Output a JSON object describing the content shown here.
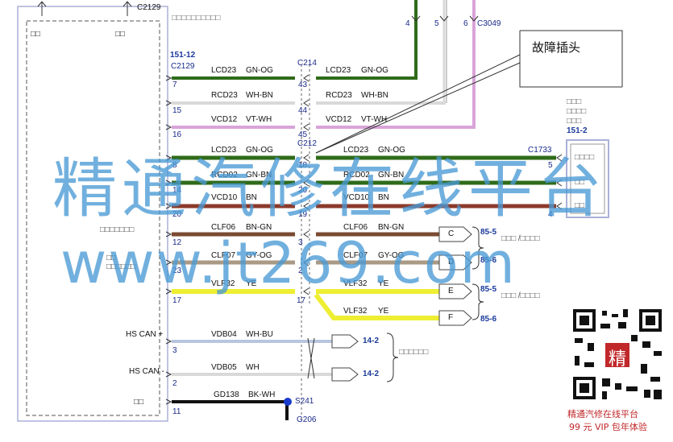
{
  "module": {
    "ref": "151-12",
    "connector": "C2129",
    "header_text": "□□□□□□□□□□",
    "corner_tl": "□□",
    "corner_tr": "□□",
    "top_ref": "C2129",
    "side_label_1": "□□□□□□□",
    "side_label_2": "□□",
    "side_label_3": "□□□□□□",
    "hs_can_plus": "HS CAN +",
    "hs_can_minus": "HS CAN -",
    "ground_label": "□□"
  },
  "inline_connectors": {
    "c214": "C214",
    "c212": "C212",
    "c3049": "C3049",
    "top_pins": [
      "4",
      "5",
      "6"
    ]
  },
  "right_connector": {
    "ref": "151-2",
    "connector": "C1733",
    "title_lines": [
      "□□□",
      "□□□□",
      "□□□"
    ],
    "slot1": "□□□□",
    "slot2": "□□",
    "slot3": "□□"
  },
  "callout": {
    "text": "故障插头"
  },
  "wires": [
    {
      "pin_l": "7",
      "circuit_l": "LCD23",
      "color_l": "GN-OG",
      "pin_m": "43",
      "circuit_r": "LCD23",
      "color_r": "GN-OG"
    },
    {
      "pin_l": "15",
      "circuit_l": "RCD23",
      "color_l": "WH-BN",
      "pin_m": "44",
      "circuit_r": "RCD23",
      "color_r": "WH-BN"
    },
    {
      "pin_l": "16",
      "circuit_l": "VCD12",
      "color_l": "VT-WH",
      "pin_m": "45",
      "circuit_r": "VCD12",
      "color_r": "VT-WH"
    },
    {
      "pin_l": "8",
      "circuit_l": "LCD23",
      "color_l": "GN-OG",
      "pin_m": "18",
      "circuit_r": "LCD23",
      "color_r": "GN-OG",
      "pin_r": "5"
    },
    {
      "pin_l": "14",
      "circuit_l": "RCD02",
      "color_l": "GN-BN",
      "pin_m": "20",
      "circuit_r": "RCD02",
      "color_r": "GN-BN"
    },
    {
      "pin_l": "20",
      "circuit_l": "VCD10",
      "color_l": "BN",
      "pin_m": "19",
      "circuit_r": "VCD10",
      "color_r": "BN",
      "pin_r": "4"
    },
    {
      "pin_l": "12",
      "circuit_l": "CLF06",
      "color_l": "BN-GN",
      "pin_m": "3",
      "circuit_r": "CLF06",
      "color_r": "BN-GN",
      "dest": "C"
    },
    {
      "pin_l": "23",
      "circuit_l": "CLF07",
      "color_l": "GY-OG",
      "pin_m": "2",
      "circuit_r": "CLF07",
      "color_r": "GY-OG",
      "dest": "D"
    },
    {
      "pin_l": "17",
      "circuit_l": "VLF32",
      "color_l": "YE",
      "pin_m": "17",
      "circuit_r": "VLF32",
      "color_r": "YE",
      "dest": "E"
    },
    {
      "circuit_r": "VLF32",
      "color_r": "YE",
      "dest": "F"
    },
    {
      "pin_l": "3",
      "circuit_l": "VDB04",
      "color_l": "WH-BU",
      "dest": "14-2"
    },
    {
      "pin_l": "2",
      "circuit_l": "VDB05",
      "color_l": "WH",
      "dest": "14-2"
    },
    {
      "pin_l": "11",
      "circuit_l": "GD138",
      "color_l": "BK-WH",
      "splice": "S241",
      "ground": "G206"
    }
  ],
  "refs": {
    "r855a": "85-5",
    "r856a": "85-6",
    "r855b": "85-5",
    "r856b": "85-6",
    "note1": "□□□ /□□□□",
    "note2": "□□□ /□□□□",
    "can_note": "□□□□□□"
  },
  "watermark": {
    "line1": "精通汽修在线平台",
    "line2": "www.jt269.com"
  },
  "promo": {
    "line1": "精通汽修在线平台",
    "line2": "99 元 VIP 包年体验",
    "qr_char": "精"
  },
  "colors": {
    "green": "#2f6b1a",
    "white_wire": "#d9d9d9",
    "violet": "#d9a3d9",
    "brown": "#8b3a2a",
    "brown_green": "#7a4a32",
    "gray_orange": "#a99a86",
    "yellow": "#eeee33",
    "blue_wire": "#b8c6dd",
    "black": "#111111",
    "accent": "#1a3a9a"
  }
}
